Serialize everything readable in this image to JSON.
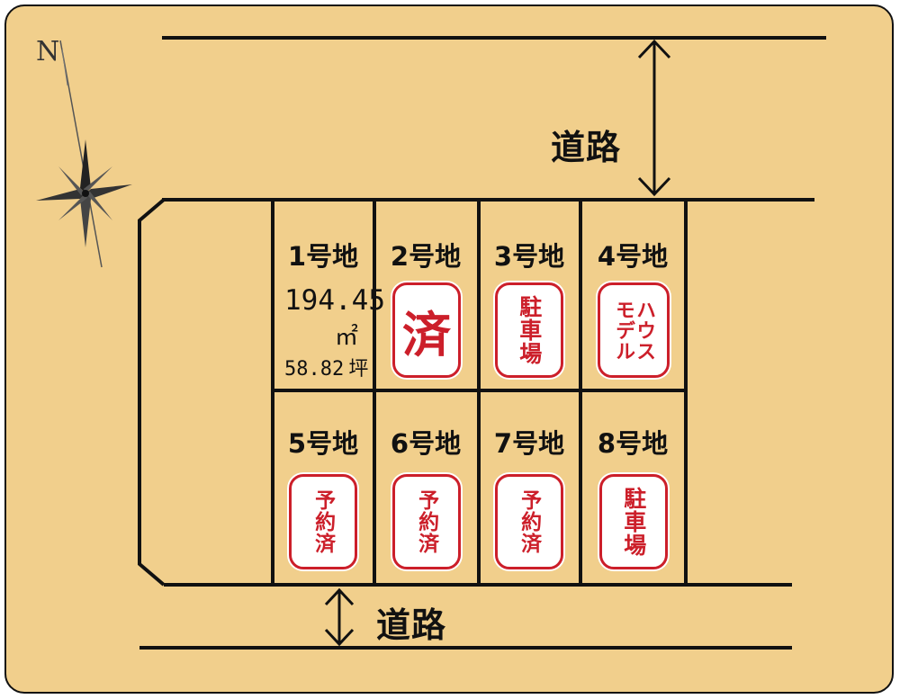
{
  "roads": {
    "top_label": "道路",
    "bottom_label": "道路"
  },
  "compass": {
    "north_label": "N"
  },
  "lots": [
    {
      "label": "1号地",
      "area_m2": "194.45",
      "unit_m2": "㎡",
      "area_tsubo": "58.82",
      "unit_tsubo": "坪"
    },
    {
      "label": "2号地",
      "stamp": "済"
    },
    {
      "label": "3号地",
      "stamp": "駐車場"
    },
    {
      "label": "4号地",
      "stamp": "モデルハウス",
      "stamp_col1": "モデル",
      "stamp_col2": "ハウス"
    },
    {
      "label": "5号地",
      "stamp": "予約済"
    },
    {
      "label": "6号地",
      "stamp": "予約済"
    },
    {
      "label": "7号地",
      "stamp": "予約済"
    },
    {
      "label": "8号地",
      "stamp": "駐車場"
    }
  ],
  "colors": {
    "background": "#f1cf8c",
    "stamp_red": "#cc1f2a",
    "line": "#111111"
  }
}
